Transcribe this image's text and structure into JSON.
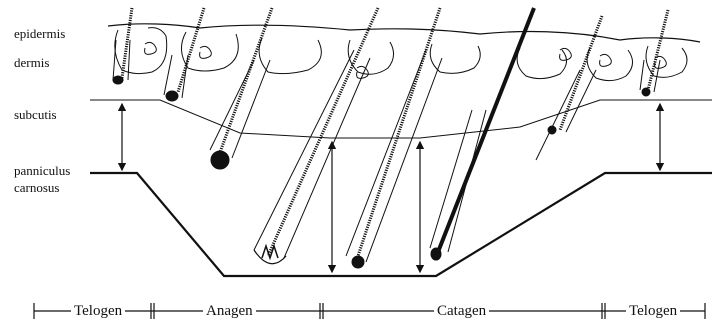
{
  "layers": {
    "epidermis": "epidermis",
    "dermis": "dermis",
    "subcutis": "subcutis",
    "panniculus_line1": "panniculus",
    "panniculus_line2": "carnosus"
  },
  "phases": [
    "Telogen",
    "Anagen",
    "Catagen",
    "Telogen"
  ],
  "colors": {
    "ink": "#111111",
    "background": "#ffffff"
  }
}
